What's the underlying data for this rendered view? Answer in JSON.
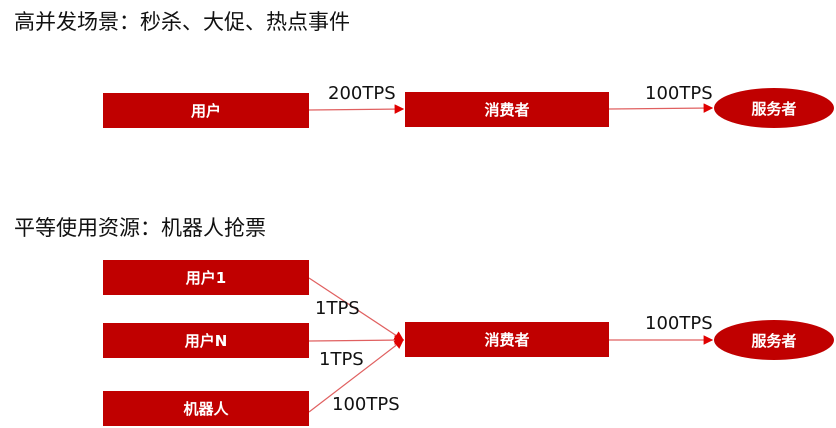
{
  "section1": {
    "title": "高并发场景：秒杀、大促、热点事件",
    "user": "用户",
    "consumer": "消费者",
    "server": "服务者",
    "rate_in": "200TPS",
    "rate_out": "100TPS"
  },
  "section2": {
    "title": "平等使用资源：机器人抢票",
    "user1": "用户1",
    "userN": "用户N",
    "robot": "机器人",
    "rate_user1": "1TPS",
    "rate_userN": "1TPS",
    "rate_robot": "100TPS",
    "consumer": "消费者",
    "server": "服务者",
    "rate_out": "100TPS"
  },
  "colors": {
    "box": "#C00000",
    "arrow": "#E06060"
  }
}
